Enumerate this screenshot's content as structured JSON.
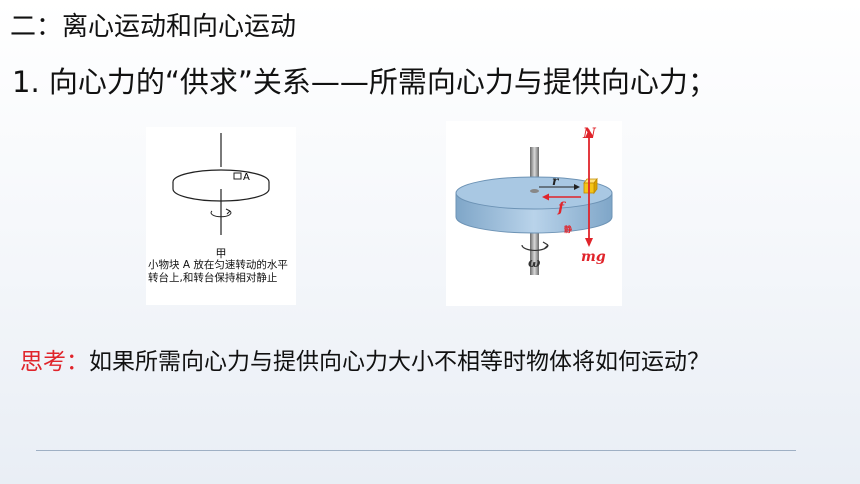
{
  "heading": "二：离心运动和向心运动",
  "subheading": "1. 向心力的“供求”关系——所需向心力与提供向心力；",
  "figure_left": {
    "block_label": "A",
    "label": "甲",
    "caption": "小物块 A 放在匀速转动的水平转台上,和转台保持相对静止"
  },
  "figure_right": {
    "labels": {
      "normal": "N",
      "radius": "r",
      "friction": "f",
      "static": "静",
      "gravity": "mg",
      "omega": "ω"
    },
    "colors": {
      "disk": "#a9c8e3",
      "block": "#f5c518",
      "force": "#e0242b"
    }
  },
  "think": {
    "label": "思考：",
    "text": "如果所需向心力与提供向心力大小不相等时物体将如何运动？"
  },
  "colors": {
    "accent_red": "#e0242b",
    "divider": "#9fb0c4"
  }
}
